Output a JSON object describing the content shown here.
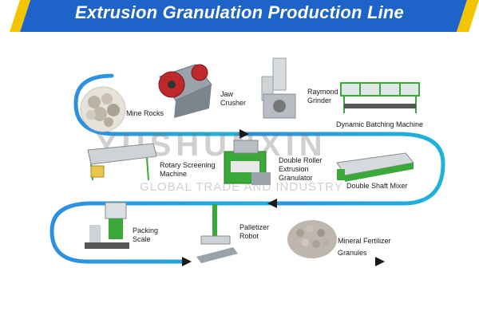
{
  "header": {
    "title": "Extrusion Granulation Production Line"
  },
  "colors": {
    "header_blue": "#1e63c8",
    "accent_yellow": "#f5c400",
    "flow_blue": "#2d8fe0",
    "machine_green": "#3aa93a"
  },
  "stages": [
    {
      "label": "Mine Rocks",
      "icon": "mine-rocks-icon"
    },
    {
      "label": "Jaw\nCrusher",
      "icon": "jaw-crusher-icon"
    },
    {
      "label": "Raymond\nGrinder",
      "icon": "raymond-grinder-icon"
    },
    {
      "label": "Dynamic Batching Machine",
      "icon": "batching-machine-icon"
    },
    {
      "label": "Double Shaft Mixer",
      "icon": "shaft-mixer-icon"
    },
    {
      "label": "Double Roller\nExtrusion\nGranulator",
      "icon": "roller-granulator-icon"
    },
    {
      "label": "Rotary Screening\nMachine",
      "icon": "screening-machine-icon"
    },
    {
      "label": "Packing\nScale",
      "icon": "packing-scale-icon"
    },
    {
      "label": "Palletizer\nRobot",
      "icon": "palletizer-robot-icon"
    },
    {
      "label": "Mineral Fertilizer\nGranules",
      "icon": "fertilizer-granules-icon"
    }
  ],
  "watermark": {
    "brand": "YUSHUNXIN",
    "tagline": "GLOBAL TRADE AND INDUSTRY"
  }
}
